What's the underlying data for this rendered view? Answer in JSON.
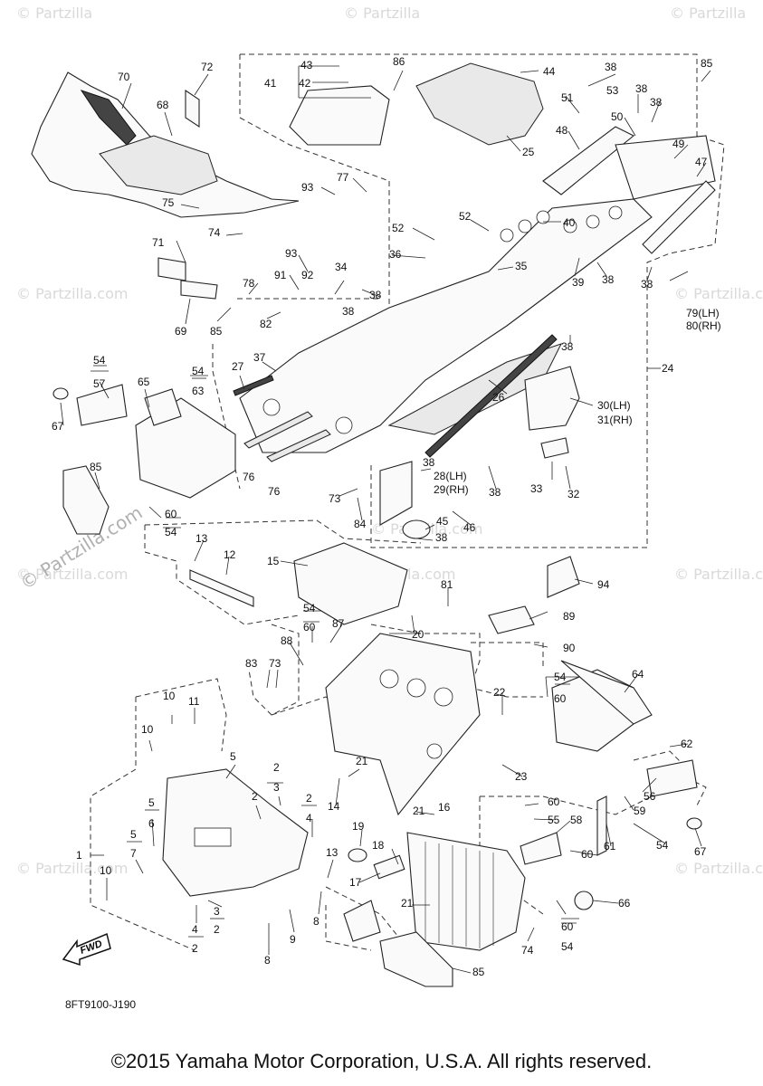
{
  "watermark": {
    "text": "© Partzilla.com",
    "text_short": "© Partzilla",
    "text_big": "© Partzilla.com"
  },
  "diagram_code": "8FT9100-J190",
  "copyright": "©2015 Yamaha Motor Corporation, U.S.A. All rights reserved.",
  "fwd_label": "FWD",
  "callouts": {
    "c1": "1",
    "c2": "2",
    "c3": "3",
    "c4": "4",
    "c5": "5",
    "c6": "6",
    "c7": "7",
    "c8": "8",
    "c9": "9",
    "c10": "10",
    "c11": "11",
    "c12": "12",
    "c13": "13",
    "c14": "14",
    "c15": "15",
    "c16": "16",
    "c17": "17",
    "c18": "18",
    "c19": "19",
    "c20": "20",
    "c21": "21",
    "c22": "22",
    "c23": "23",
    "c24": "24",
    "c25": "25",
    "c26": "26",
    "c27": "27",
    "c28": "28(LH)",
    "c29": "29(RH)",
    "c30": "30(LH)",
    "c31": "31(RH)",
    "c32": "32",
    "c33": "33",
    "c34": "34",
    "c35": "35",
    "c36": "36",
    "c37": "37",
    "c38": "38",
    "c39": "39",
    "c40": "40",
    "c41": "41",
    "c42": "42",
    "c43": "43",
    "c44": "44",
    "c45": "45",
    "c46": "46",
    "c47": "47",
    "c48": "48",
    "c49": "49",
    "c50": "50",
    "c51": "51",
    "c52": "52",
    "c53": "53",
    "c54": "54",
    "c55": "55",
    "c56": "56",
    "c57": "57",
    "c58": "58",
    "c59": "59",
    "c60": "60",
    "c61": "61",
    "c62": "62",
    "c63": "63",
    "c64": "64",
    "c65": "65",
    "c66": "66",
    "c67": "67",
    "c68": "68",
    "c69": "69",
    "c70": "70",
    "c71": "71",
    "c72": "72",
    "c73": "73",
    "c74": "74",
    "c75": "75",
    "c76": "76",
    "c77": "77",
    "c78": "78",
    "c79": "79(LH)",
    "c80": "80(RH)",
    "c81": "81",
    "c82": "82",
    "c83": "83",
    "c84": "84",
    "c85": "85",
    "c86": "86",
    "c87": "87",
    "c88": "88",
    "c89": "89",
    "c90": "90",
    "c91": "91",
    "c92": "92",
    "c93": "93",
    "c94": "94"
  }
}
